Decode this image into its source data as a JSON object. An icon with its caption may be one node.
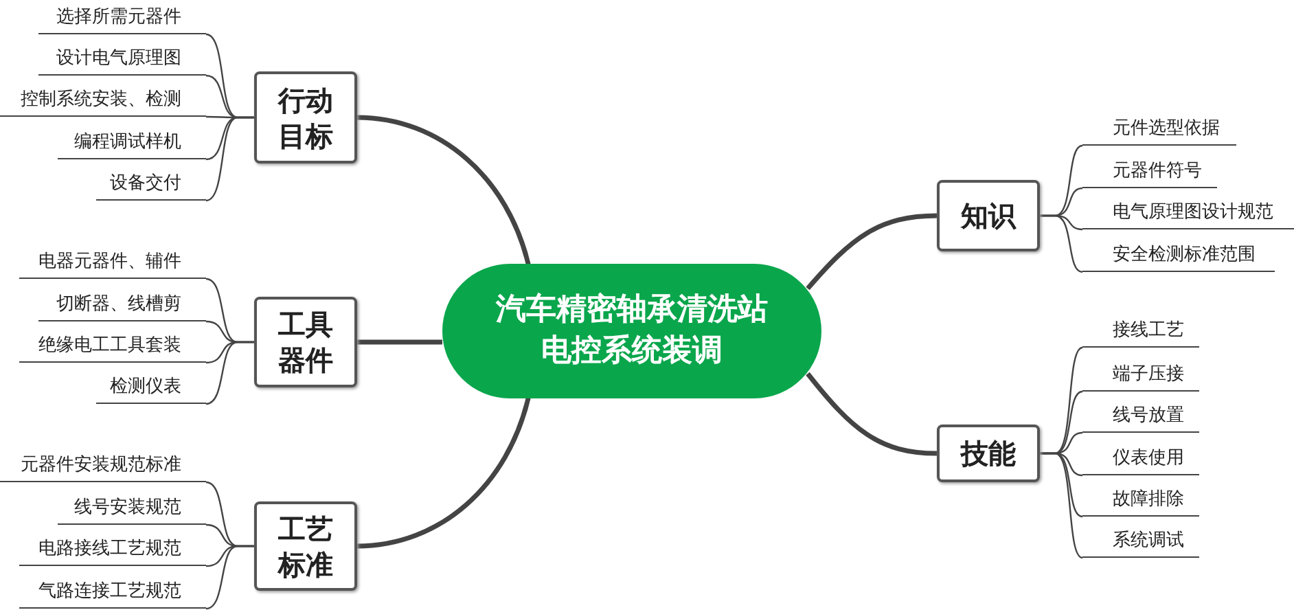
{
  "diagram": {
    "nodes": [
      {
        "text": [
          "汽车精密轴承清洗站电控系统装调"
        ]
      },
      {
        "text": [
          "行动目标"
        ]
      },
      {
        "text": [
          "选择所需元器件"
        ]
      },
      {
        "text": [
          "设计电气原理图"
        ]
      },
      {
        "text": [
          "控制系统安装、检测"
        ]
      },
      {
        "text": [
          "编程调试样机"
        ]
      },
      {
        "text": [
          "设备交付"
        ]
      },
      {
        "text": [
          "工具器件"
        ]
      },
      {
        "text": [
          "电器元器件、辅件"
        ]
      },
      {
        "text": [
          "切断器、线槽剪"
        ]
      },
      {
        "text": [
          "绝缘电工工具套装"
        ]
      },
      {
        "text": [
          "检测仪表"
        ]
      },
      {
        "text": [
          "工艺标准"
        ]
      },
      {
        "text": [
          "元器件安装规范标准"
        ]
      },
      {
        "text": [
          "线号安装规范"
        ]
      },
      {
        "text": [
          "电路接线工艺规范"
        ]
      },
      {
        "text": [
          "气路连接工艺规范"
        ]
      },
      {
        "text": [
          "知识"
        ]
      },
      {
        "text": [
          "元件选型依据"
        ]
      },
      {
        "text": [
          "元器件符号"
        ]
      },
      {
        "text": [
          "电气原理图设计规范"
        ]
      },
      {
        "text": [
          "安全检测标准范围"
        ]
      },
      {
        "text": [
          "技能"
        ]
      },
      {
        "text": [
          "接线工艺"
        ]
      },
      {
        "text": [
          "端子压接"
        ]
      },
      {
        "text": [
          "线号放置"
        ]
      },
      {
        "text": [
          "仪表使用"
        ]
      },
      {
        "text": [
          "故障排除"
        ]
      },
      {
        "text": [
          "系统调试"
        ]
      }
    ],
    "edges": [
      {
        "from": 0,
        "to": 1,
        "arrow": "none",
        "style": "thick"
      },
      {
        "from": 1,
        "to": 2,
        "arrow": "none"
      },
      {
        "from": 1,
        "to": 3,
        "arrow": "none"
      },
      {
        "from": 1,
        "to": 4,
        "arrow": "none"
      },
      {
        "from": 1,
        "to": 5,
        "arrow": "none"
      },
      {
        "from": 1,
        "to": 6,
        "arrow": "none"
      },
      {
        "from": 0,
        "to": 7,
        "arrow": "none",
        "style": "thick"
      },
      {
        "from": 7,
        "to": 8,
        "arrow": "none"
      },
      {
        "from": 7,
        "to": 9,
        "arrow": "none"
      },
      {
        "from": 7,
        "to": 10,
        "arrow": "none"
      },
      {
        "from": 7,
        "to": 11,
        "arrow": "none"
      },
      {
        "from": 0,
        "to": 12,
        "arrow": "none",
        "style": "thick"
      },
      {
        "from": 12,
        "to": 13,
        "arrow": "none"
      },
      {
        "from": 12,
        "to": 14,
        "arrow": "none"
      },
      {
        "from": 12,
        "to": 15,
        "arrow": "none"
      },
      {
        "from": 12,
        "to": 16,
        "arrow": "none"
      },
      {
        "from": 0,
        "to": 17,
        "arrow": "none",
        "style": "thick"
      },
      {
        "from": 17,
        "to": 18,
        "arrow": "none"
      },
      {
        "from": 17,
        "to": 19,
        "arrow": "none"
      },
      {
        "from": 17,
        "to": 20,
        "arrow": "none"
      },
      {
        "from": 17,
        "to": 21,
        "arrow": "none"
      },
      {
        "from": 0,
        "to": 22,
        "arrow": "none",
        "style": "thick"
      },
      {
        "from": 22,
        "to": 23,
        "arrow": "none"
      },
      {
        "from": 22,
        "to": 24,
        "arrow": "none"
      },
      {
        "from": 22,
        "to": 25,
        "arrow": "none"
      },
      {
        "from": 22,
        "to": 26,
        "arrow": "none"
      },
      {
        "from": 22,
        "to": 27,
        "arrow": "none"
      },
      {
        "from": 22,
        "to": 28,
        "arrow": "none"
      }
    ]
  }
}
